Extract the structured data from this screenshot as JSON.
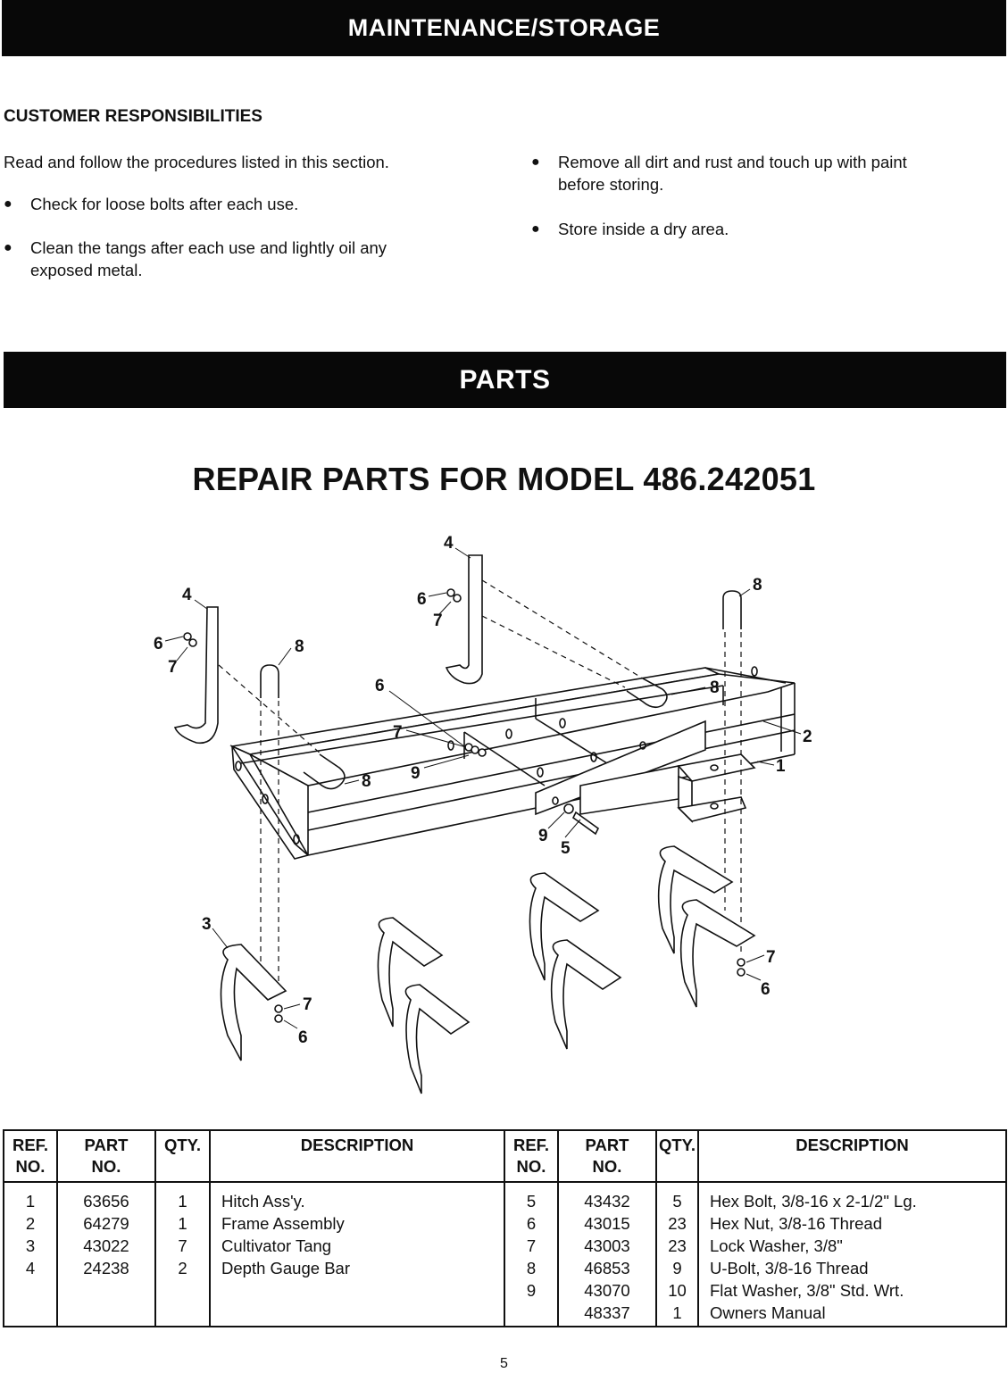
{
  "banners": {
    "maintenance": "MAINTENANCE/STORAGE",
    "parts": "PARTS"
  },
  "maintenance": {
    "heading": "CUSTOMER RESPONSIBILITIES",
    "intro": "Read and follow the procedures listed in this section.",
    "bullets_left": [
      [
        "Check for loose bolts after each use."
      ],
      [
        "Clean the tangs after each use and lightly oil any",
        "exposed metal."
      ]
    ],
    "bullets_right": [
      [
        "Remove all dirt and rust and touch up with paint",
        "before storing."
      ],
      [
        "Store inside a dry area."
      ]
    ],
    "bullet_glyph": "●"
  },
  "repair_title": "REPAIR PARTS FOR MODEL 486.242051",
  "diagram": {
    "callouts": [
      "4",
      "4",
      "6",
      "7",
      "6",
      "7",
      "8",
      "8",
      "8",
      "8",
      "6",
      "7",
      "9",
      "2",
      "1",
      "9",
      "5",
      "3",
      "7",
      "6",
      "7",
      "6"
    ]
  },
  "table": {
    "headers": {
      "ref": [
        "REF.",
        "NO."
      ],
      "part": [
        "PART",
        "NO."
      ],
      "qty": "QTY.",
      "desc": "DESCRIPTION"
    },
    "left": {
      "ref": [
        "1",
        "2",
        "3",
        "4"
      ],
      "part": [
        "63656",
        "64279",
        "43022",
        "24238"
      ],
      "qty": [
        "1",
        "1",
        "7",
        "2"
      ],
      "desc": [
        "Hitch Ass'y.",
        "Frame Assembly",
        "Cultivator Tang",
        "Depth Gauge Bar"
      ]
    },
    "right": {
      "ref": [
        "5",
        "6",
        "7",
        "8",
        "9",
        ""
      ],
      "part": [
        "43432",
        "43015",
        "43003",
        "46853",
        "43070",
        "48337"
      ],
      "qty": [
        "5",
        "23",
        "23",
        "9",
        "10",
        "1"
      ],
      "desc": [
        "Hex Bolt, 3/8-16 x 2-1/2\" Lg.",
        "Hex Nut, 3/8-16 Thread",
        "Lock Washer, 3/8\"",
        "U-Bolt, 3/8-16 Thread",
        "Flat Washer, 3/8\" Std. Wrt.",
        "Owners Manual"
      ]
    }
  },
  "page_number": "5"
}
